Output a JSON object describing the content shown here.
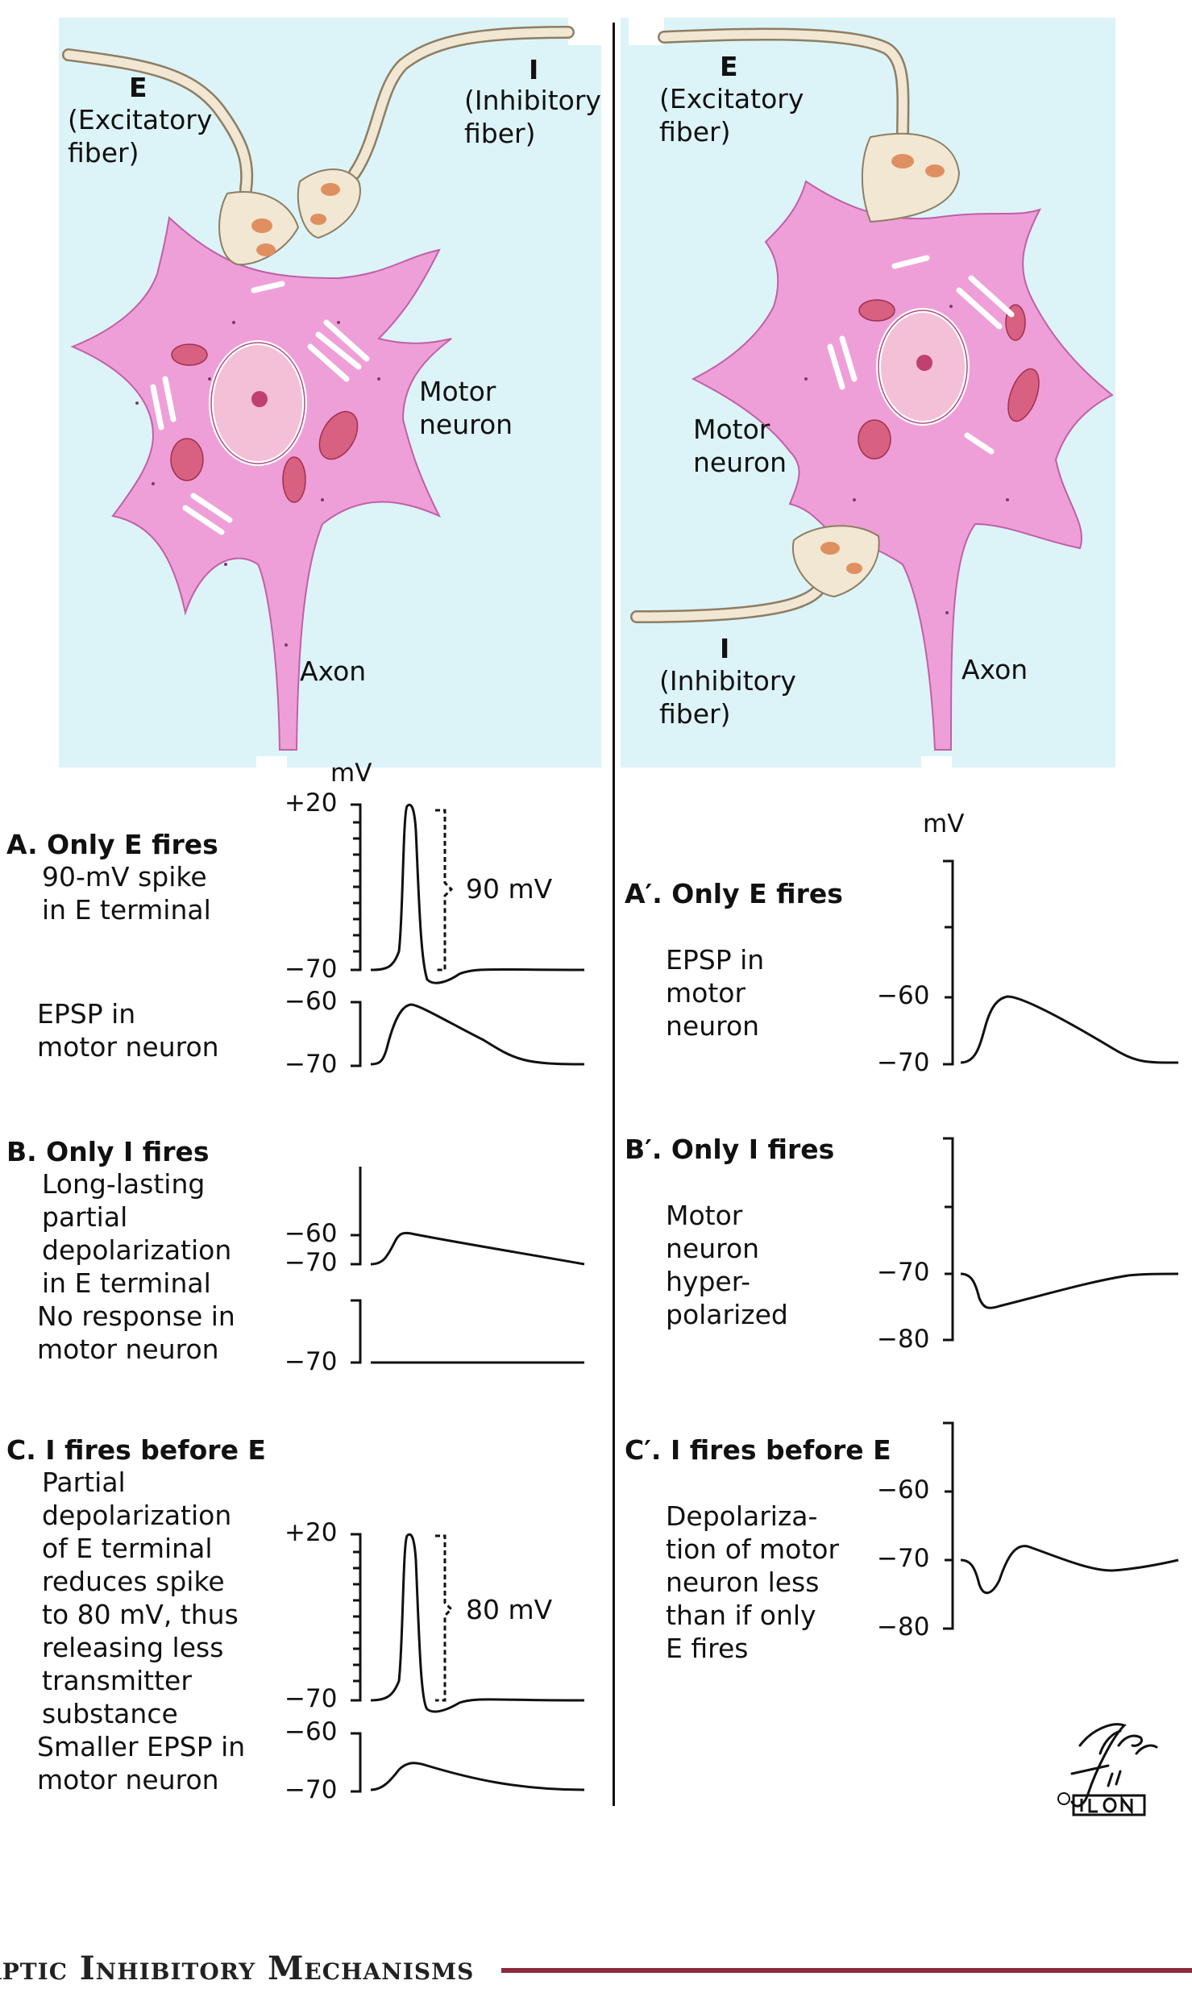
{
  "colors": {
    "panel_bg": "#dcf4f8",
    "neuron_fill": "#ef9fd8",
    "neuron_edge": "#c060a8",
    "terminal_fill": "#f1e7d2",
    "mitochondria": "#d86080",
    "title_bar": "#8a2a3a"
  },
  "left_panel": {
    "e_letter": "E",
    "e_desc": "(Excitatory\nfiber)",
    "i_letter": "I",
    "i_desc": "(Inhibitory\nfiber)",
    "neuron_label": "Motor\nneuron",
    "axon_label": "Axon"
  },
  "right_panel": {
    "e_letter": "E",
    "e_desc": "(Excitatory\nfiber)",
    "i_letter": "I",
    "i_desc": "(Inhibitory\nfiber)",
    "neuron_label": "Motor\nneuron",
    "axon_label": "Axon"
  },
  "section_a": {
    "heading": "A. Only E fires",
    "text1": "90-mV spike\nin E terminal",
    "text2": "EPSP in\nmotor neuron",
    "unit": "mV",
    "tick_top": "+20",
    "tick_base": "−70",
    "tick_epsp_top": "−60",
    "tick_epsp_base": "−70",
    "bracket_label": "90 mV"
  },
  "section_b": {
    "heading": "B. Only I fires",
    "text1": "Long-lasting\npartial\ndepolarization\nin E terminal",
    "text2": "No response in\nmotor neuron",
    "tick_a": "−60",
    "tick_b": "−70",
    "tick_c": "−70"
  },
  "section_c": {
    "heading": "C. I fires before E",
    "text1": "Partial\ndepolarization\nof E terminal\nreduces spike\nto 80 mV, thus\nreleasing less\ntransmitter\nsubstance",
    "text2": "Smaller EPSP in\nmotor neuron",
    "tick_top": "+20",
    "tick_base": "−70",
    "tick_epsp_top": "−60",
    "tick_epsp_base": "−70",
    "bracket_label": "80 mV"
  },
  "section_a2": {
    "heading": "A′. Only E fires",
    "text": "EPSP in\nmotor\nneuron",
    "unit": "mV",
    "tick_a": "−60",
    "tick_b": "−70"
  },
  "section_b2": {
    "heading": "B′. Only I fires",
    "text": "Motor\nneuron\nhyper-\npolarized",
    "tick_a": "−70",
    "tick_b": "−80"
  },
  "section_c2": {
    "heading": "C′. I fires before E",
    "text": "Depolariza-\ntion of motor\nneuron less\nthan if only\nE fires",
    "tick_a": "−60",
    "tick_b": "−70",
    "tick_c": "−80"
  },
  "footer": {
    "title": "aptic Inhibitory Mechanisms"
  }
}
